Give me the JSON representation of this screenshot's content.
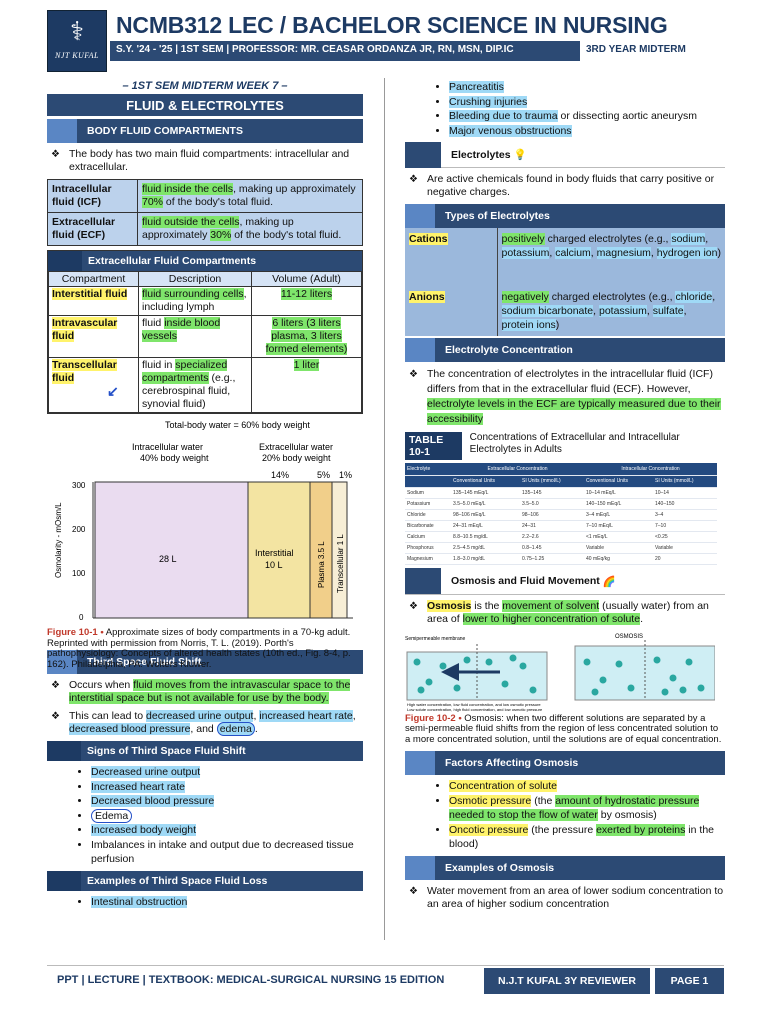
{
  "header": {
    "logo_text": "NJT KUFAL",
    "title": "NCMB312 LEC / BACHELOR SCIENCE IN NURSING",
    "subtitle": "S.Y. '24 - '25 | 1ST SEM | PROFESSOR: MR. CEASAR ORDANZA JR, RN, MSN, DIP.IC",
    "subtitle_right": "3RD YEAR MIDTERM"
  },
  "left": {
    "week": "– 1ST SEM MIDTERM WEEK 7 –",
    "main_title": "FLUID & ELECTROLYTES",
    "body_fluid": {
      "heading": "BODY FLUID COMPARTMENTS",
      "intro": "The body has two main fluid compartments: intracellular and extracellular.",
      "rows": [
        {
          "name": "Intracellular fluid (ICF)",
          "hl": "fluid inside the cells",
          "mid": ", making up approximately ",
          "pct": "70%",
          "end": " of the body's total fluid."
        },
        {
          "name": "Extracellular fluid (ECF)",
          "hl": "fluid outside the cells",
          "mid": ", making up approximately ",
          "pct": "30%",
          "end": " of the body's total fluid."
        }
      ]
    },
    "ecf": {
      "heading": "Extracellular Fluid Compartments",
      "cols": [
        "Compartment",
        "Description",
        "Volume (Adult)"
      ],
      "r1": {
        "name": "Interstitial fluid",
        "d1": "fluid surrounding cells",
        "d2": ", including lymph",
        "vol": "11-12 liters"
      },
      "r2": {
        "name": "Intravascular fluid",
        "d1": "fluid ",
        "d2": "inside blood vessels",
        "vol": "6 liters (3 liters plasma, 3 liters formed elements)"
      },
      "r3": {
        "name": "Transcellular fluid",
        "d1": "fluid in ",
        "d2": "specialized compartments",
        "d3": " (e.g., cerebrospinal fluid, synovial fluid)",
        "vol": "1 liter"
      }
    },
    "figure": {
      "total": "Total-body water = 60% body weight",
      "icw": "Intracellular water",
      "icw_pct": "40% body weight",
      "ecw": "Extracellular water",
      "ecw_pct": "20% body weight",
      "pct14": "14%",
      "pct5": "5%",
      "pct1": "1%",
      "ylabel": "Osmolarity - mOsm/L",
      "ticks": [
        "300",
        "200",
        "100",
        "0"
      ],
      "icf_vol": "28 L",
      "int_label": "Interstitial",
      "int_vol": "10 L",
      "plasma": "Plasma 3.5 L",
      "trans": "Transcellular 1 L",
      "cap_label": "Figure 10-1 •",
      "caption": " Approximate sizes of body compartments in a 70-kg adult. Reprinted with permission from Norris, T. L. (2019). Porth's pathophysiology: Concepts of altered health states (10th ed., Fig. 8-4, p. 162). Philadelphia, PA: Wolters Kluwer."
    },
    "third_space": {
      "heading": "Third Space Fluid Shift",
      "b1_a": "Occurs when ",
      "b1_hl": "fluid moves from the intravascular space to the interstitial space but is not available for use by the body.",
      "b2_a": "This can lead to ",
      "b2_h1": "decreased urine output",
      "b2_b": ", ",
      "b2_h2": "increased heart rate",
      "b2_c": ", ",
      "b2_h3": "decreased blood pressure",
      "b2_d": ", and ",
      "b2_h4": "edema",
      "b2_e": ".",
      "signs_heading": "Signs of Third Space Fluid Shift",
      "signs": [
        "Decreased urine output",
        "Increased heart rate",
        "Decreased blood pressure",
        "Edema",
        "Increased body weight"
      ],
      "signs_last": "Imbalances in intake and output due to decreased tissue perfusion",
      "loss_heading": "Examples of Third Space Fluid Loss",
      "loss": [
        "Intestinal obstruction"
      ]
    }
  },
  "right": {
    "loss_cont": [
      "Pancreatitis",
      "Crushing injuries"
    ],
    "bleed_hl": "Bleeding due to trauma",
    "bleed_rest": " or dissecting aortic aneurysm",
    "venous": "Major venous obstructions",
    "electrolytes": {
      "heading": "Electrolytes",
      "icon": "💡",
      "def": "Are active chemicals found in body fluids that carry positive or negative charges."
    },
    "types": {
      "heading": "Types of Electrolytes",
      "cations": "Cations",
      "c_pos": "positively",
      "c_text": " charged electrolytes (e.g., ",
      "c_list": [
        "sodium",
        "potassium",
        "calcium",
        "magnesium",
        "hydrogen ion"
      ],
      "anions": "Anions",
      "a_neg": "negatively",
      "a_text": " charged electrolytes (e.g., ",
      "a_list": [
        "chloride",
        "sodium bicarbonate",
        "potassium",
        "sulfate",
        "protein ions"
      ]
    },
    "concentration": {
      "heading": "Electrolyte Concentration",
      "text": "The concentration of electrolytes in the intracellular fluid (ICF) differs from that in the extracellular fluid (ECF). However, ",
      "hl": "electrolyte levels in the ECF are typically measured due to their accessibility"
    },
    "table10": {
      "tag": "TABLE 10-1",
      "title": "Concentrations of Extracellular and Intracellular Electrolytes in Adults",
      "headers": [
        "Electrolyte",
        "Extracellular Concentration",
        "",
        "Intracellular Concentration",
        ""
      ],
      "sub": [
        "",
        "Conventional Units",
        "SI Units (mmol/L)",
        "Conventional Units",
        "SI Units (mmol/L)"
      ],
      "rows": [
        [
          "Sodium",
          "135–145 mEq/L",
          "135–145",
          "10–14 mEq/L",
          "10–14"
        ],
        [
          "Potassium",
          "3.5–5.0 mEq/L",
          "3.5–5.0",
          "140–150 mEq/L",
          "140–150"
        ],
        [
          "Chloride",
          "98–106 mEq/L",
          "98–106",
          "3–4 mEq/L",
          "3–4"
        ],
        [
          "Bicarbonate",
          "24–31 mEq/L",
          "24–31",
          "7–10 mEq/L",
          "7–10"
        ],
        [
          "Calcium",
          "8.8–10.5 mg/dL",
          "2.2–2.6",
          "<1 mEq/L",
          "<0.25"
        ],
        [
          "Phosphorus",
          "2.5–4.5 mg/dL",
          "0.8–1.45",
          "Variable",
          "Variable"
        ],
        [
          "Magnesium",
          "1.8–3.0 mg/dL",
          "0.75–1.25",
          "40 mEq/kg",
          "20"
        ]
      ]
    },
    "osmosis": {
      "heading": "Osmosis and Fluid Movement",
      "icon": "🌈",
      "w1": "Osmosis",
      "w2": " is the ",
      "w3": "movement of solvent",
      "w4": " (usually water) from an area of ",
      "w5": "lower to higher concentration of solute",
      "w6": ".",
      "diag_label": "OSMOSIS",
      "membrane_label": "Semipermeable membrane",
      "low": "High water concentration, low fluid concentration, and low osmotic pressure",
      "high": "Low solute concentration, high fluid concentration, and low osmotic pressure",
      "cap_label": "Figure 10-2 •",
      "caption": " Osmosis: when two different solutions are separated by a semi-permeable fluid shifts from the region of less concentrated solution to a more concentrated solution, until the solutions are of equal concentration."
    },
    "factors": {
      "heading": "Factors Affecting Osmosis",
      "f1": "Concentration of solute",
      "f2a": "Osmotic pressure",
      "f2b": " (the ",
      "f2c": "amount of hydrostatic pressure needed to stop the flow of water",
      "f2d": " by osmosis)",
      "f3a": "Oncotic pressure",
      "f3b": " (the pressure ",
      "f3c": "exerted by proteins",
      "f3d": " in the blood)"
    },
    "examples": {
      "heading": "Examples of Osmosis",
      "text": "Water movement from an area of lower sodium concentration to an area of higher sodium concentration"
    }
  },
  "footer": {
    "text": "PPT | LECTURE | TEXTBOOK: MEDICAL-SURGICAL NURSING 15 EDITION",
    "author": "N.J.T KUFAL 3Y REVIEWER",
    "page": "PAGE 1"
  }
}
